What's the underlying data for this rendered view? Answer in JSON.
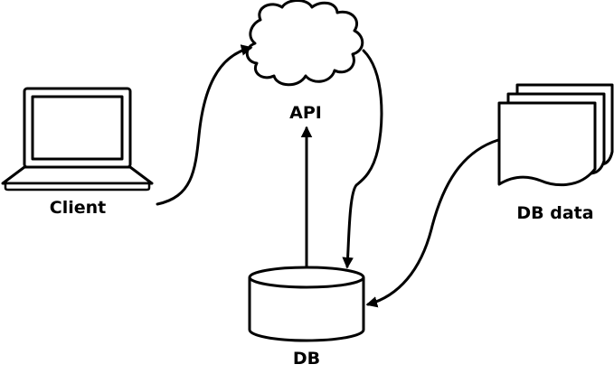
{
  "nodes": {
    "client": {
      "label": "Client",
      "icon": "laptop-icon"
    },
    "api": {
      "label": "API",
      "icon": "cloud-icon"
    },
    "db": {
      "label": "DB",
      "icon": "database-icon"
    },
    "db_data": {
      "label": "DB data",
      "icon": "documents-icon"
    }
  },
  "colors": {
    "stroke": "#000000",
    "fill": "#ffffff"
  }
}
